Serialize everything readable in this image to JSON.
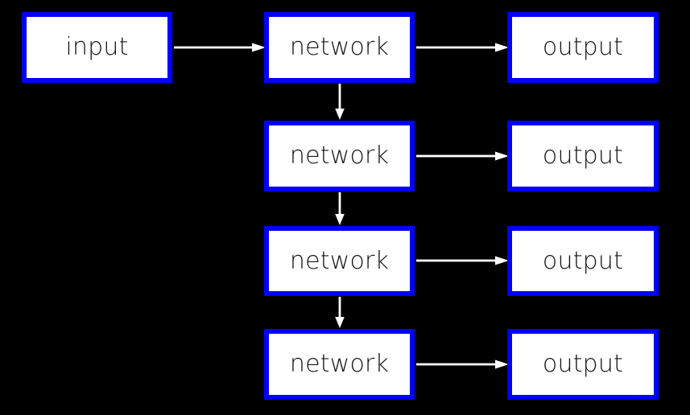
{
  "diagram": {
    "title": "recurrent network unrolled diagram",
    "background_color": "#000000",
    "box_fill_color": "#ffffff",
    "box_border_color": "#0000ff",
    "text_color": "#151515",
    "arrow_color": "#ffffff",
    "labels": {
      "input": "input",
      "network": "network",
      "output": "output"
    },
    "rows": [
      {
        "index": 1,
        "input_label": "input",
        "network_label": "network",
        "output_label": "output"
      },
      {
        "index": 2,
        "network_label": "network",
        "output_label": "output"
      },
      {
        "index": 3,
        "network_label": "network",
        "output_label": "output"
      },
      {
        "index": 4,
        "network_label": "network",
        "output_label": "output"
      }
    ]
  }
}
